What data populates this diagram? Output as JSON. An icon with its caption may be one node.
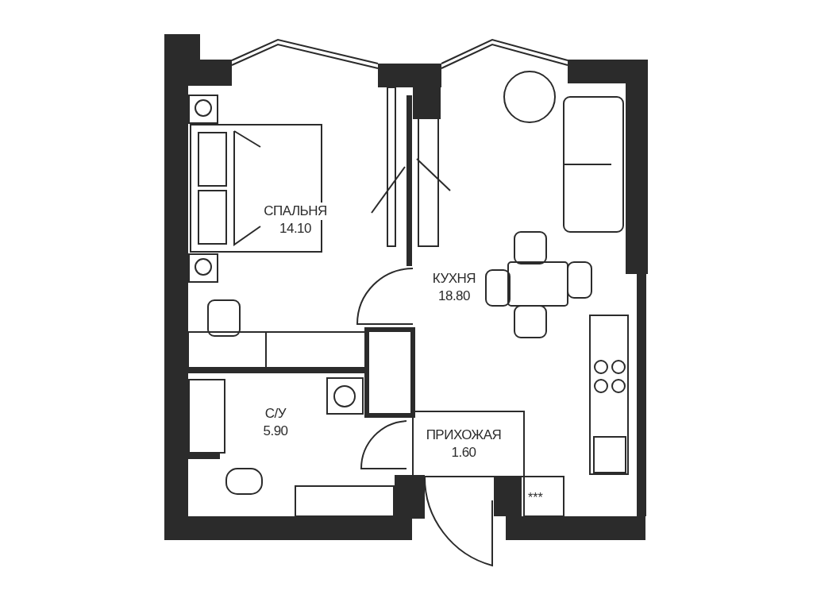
{
  "diagram": {
    "nodes": [
      {
        "text": [
          "СПАЛЬНЯ",
          "14.10"
        ]
      },
      {
        "text": [
          "КУХНЯ",
          "18.80"
        ]
      },
      {
        "text": [
          "С/У",
          "5.90"
        ]
      },
      {
        "text": [
          "ПРИХОЖАЯ",
          "1.60"
        ]
      }
    ],
    "labels": [
      "***"
    ]
  }
}
